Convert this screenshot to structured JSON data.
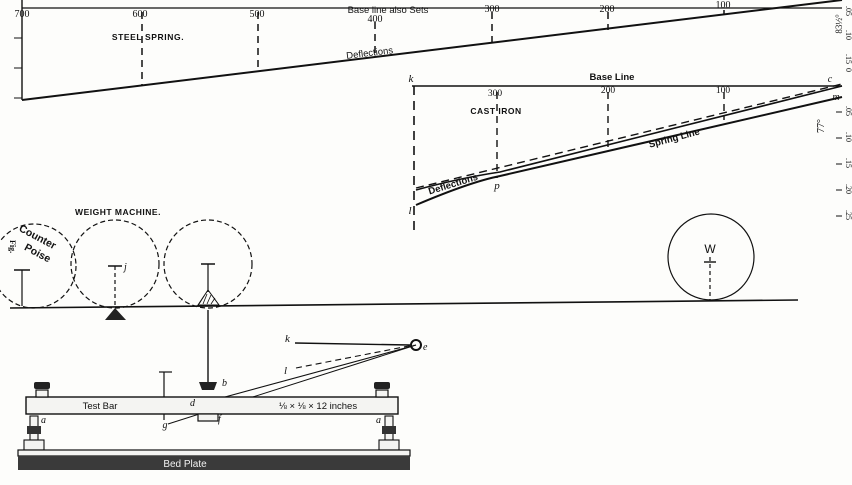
{
  "steel_spring": {
    "title": "STEEL SPRING.",
    "base_line": "Base line also Sets",
    "deflections": "Deflections",
    "ticks": [
      "700",
      "600",
      "500",
      "400",
      "300",
      "200",
      "100",
      "0"
    ],
    "scale": [
      ".05",
      ".10",
      ".15"
    ],
    "temperature": "83½°"
  },
  "cast_iron": {
    "title": "CAST IRON",
    "base_line": "Base Line",
    "spring_line": "Spring Line",
    "deflections": "Deflections",
    "ticks": [
      "300",
      "200",
      "100"
    ],
    "scale": [
      ".05",
      ".10",
      ".15",
      ".20",
      ".25"
    ],
    "temperature": "77°",
    "letters": {
      "k": "k",
      "l": "l",
      "p": "p",
      "c": "c",
      "m": "m",
      "zero": "0"
    }
  },
  "machine": {
    "title": "WEIGHT MACHINE.",
    "counter_poise": [
      "Counter",
      "Poise"
    ],
    "w": "W",
    "fig": "Fig.",
    "j": "j",
    "test_bar": "Test Bar",
    "bar_size": "⅛ × ⅛ × 12 inches",
    "bed_plate": "Bed Plate",
    "letters": {
      "a1": "a",
      "a2": "a",
      "b": "b",
      "d": "d",
      "e": "e",
      "f": "f",
      "g": "g",
      "k": "k",
      "l": "l"
    }
  }
}
